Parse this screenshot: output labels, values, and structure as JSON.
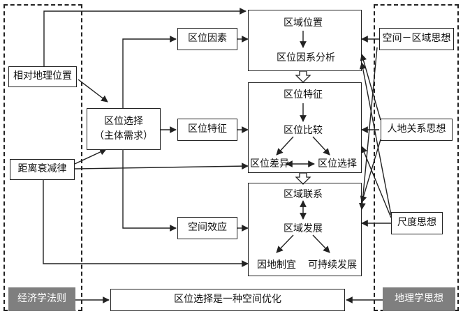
{
  "left": {
    "relative_position": "相对地理位置",
    "distance_decay": "距离衰减律",
    "economics_law": "经济学法则"
  },
  "right": {
    "space_region": "空间－区域思想",
    "human_land": "人地关系思想",
    "scale": "尺度思想",
    "geography_thought": "地理学思想"
  },
  "middle": {
    "location_choice": "区位选择",
    "subject_demand": "（主体需求）",
    "location_factor": "区位因素",
    "location_feature": "区位特征",
    "spatial_effect": "空间效应"
  },
  "panels": {
    "top": {
      "region_position": "区域位置",
      "factor_analysis": "区位因系分析"
    },
    "middle": {
      "feature": "区位特征",
      "compare": "区位比较",
      "difference": "区位差异",
      "choice": "区位选择"
    },
    "bottom": {
      "connection": "区域联系",
      "development": "区域发展",
      "local_adapt": "因地制宜",
      "sustainable": "可持续发展"
    }
  },
  "bottom_box": {
    "label": "区位选择是一种空间优化"
  }
}
